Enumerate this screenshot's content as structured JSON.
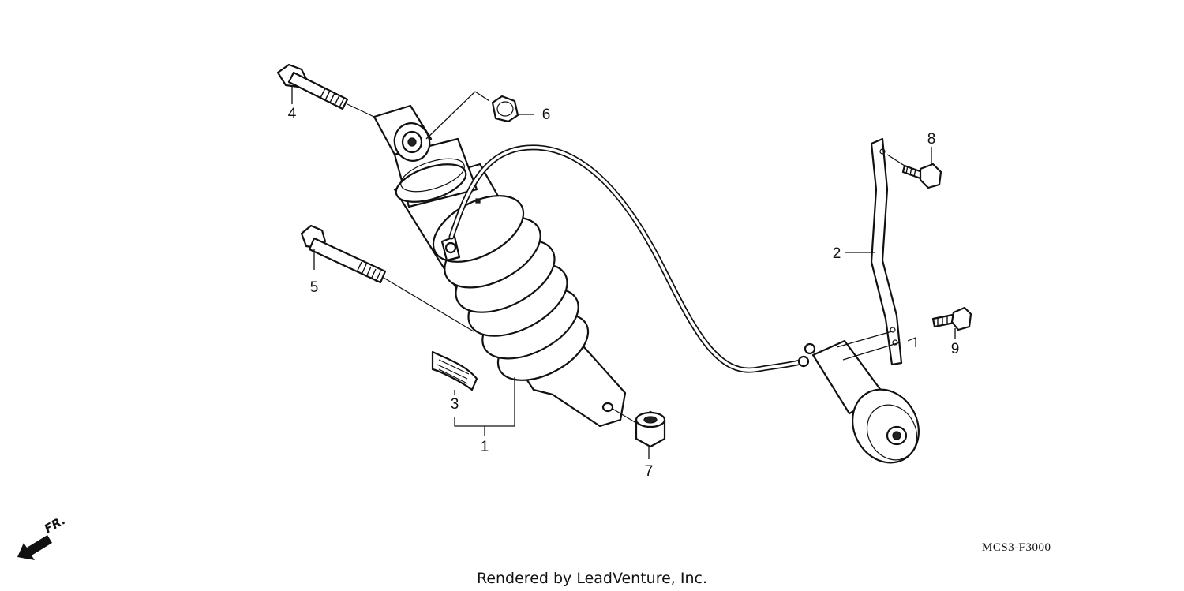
{
  "callouts": {
    "c1": "1",
    "c2": "2",
    "c3": "3",
    "c4": "4",
    "c5": "5",
    "c6": "6",
    "c7": "7",
    "c8": "8",
    "c9": "9"
  },
  "direction_label": "FR.",
  "diagram_code": "MCS3-F3000",
  "footer_credit": "Rendered by LeadVenture, Inc."
}
